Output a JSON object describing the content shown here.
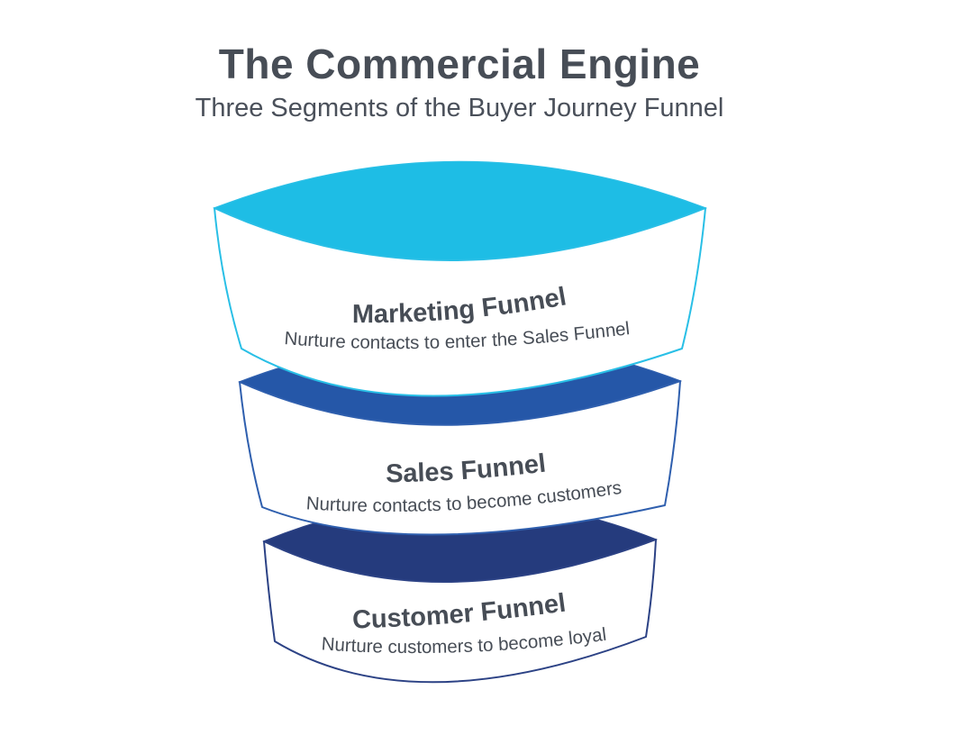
{
  "header": {
    "title": "The Commercial Engine",
    "subtitle": "Three Segments of the Buyer Journey Funnel"
  },
  "funnel": {
    "segments": [
      {
        "name": "Marketing Funnel",
        "description": "Nurture contacts to enter the Sales Funnel",
        "top_color": "#1EBDE5",
        "border_color": "#29BFE6"
      },
      {
        "name": "Sales Funnel",
        "description": "Nurture contacts to become customers",
        "top_color": "#2557A8",
        "border_color": "#2F5FAE"
      },
      {
        "name": "Customer Funnel",
        "description": "Nurture customers to become loyal",
        "top_color": "#253B7D",
        "border_color": "#2C4285"
      }
    ]
  },
  "colors": {
    "background": "#FFFFFF",
    "segment_body": "#FFFFFF",
    "text": "#474D56"
  }
}
